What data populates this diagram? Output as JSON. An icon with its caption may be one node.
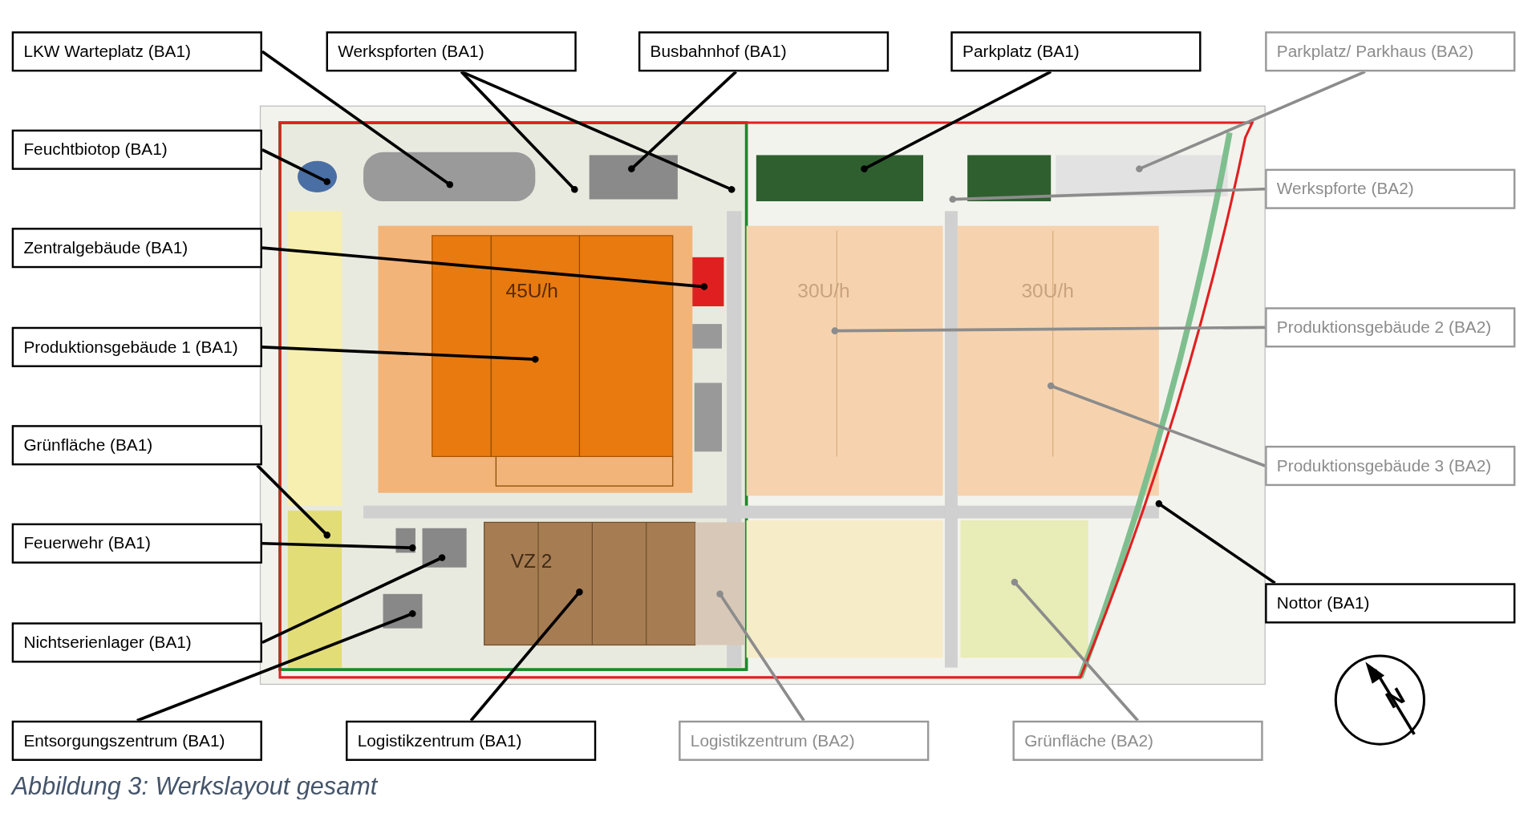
{
  "diagram": {
    "caption": "Abbildung 3: Werkslayout gesamt",
    "nodes": [
      {
        "text": [
          "LKW Warteplatz (BA1)"
        ]
      },
      {
        "text": [
          "Werkspforten (BA1)"
        ]
      },
      {
        "text": [
          "Busbahnhof (BA1)"
        ]
      },
      {
        "text": [
          "Parkplatz (BA1)"
        ]
      },
      {
        "text": [
          "Parkplatz/ Parkhaus (BA2)"
        ]
      },
      {
        "text": [
          "Feuchtbiotop (BA1)"
        ]
      },
      {
        "text": [
          "Werkspforte (BA2)"
        ]
      },
      {
        "text": [
          "Zentralgebäude (BA1)"
        ]
      },
      {
        "text": [
          "Produktionsgebäude 1 (BA1)"
        ]
      },
      {
        "text": [
          "Produktionsgebäude 2 (BA2)"
        ]
      },
      {
        "text": [
          "Grünfläche (BA1)"
        ]
      },
      {
        "text": [
          "Produktionsgebäude 3 (BA2)"
        ]
      },
      {
        "text": [
          "Feuerwehr (BA1)"
        ]
      },
      {
        "text": [
          "Nottor (BA1)"
        ]
      },
      {
        "text": [
          "Nichtserienlager (BA1)"
        ]
      },
      {
        "text": [
          "Entsorgungszentrum (BA1)"
        ]
      },
      {
        "text": [
          "Logistikzentrum (BA1)"
        ]
      },
      {
        "text": [
          "Logistikzentrum (BA2)"
        ]
      },
      {
        "text": [
          "Grünfläche (BA2)"
        ]
      }
    ],
    "edges": [
      {
        "from": 0,
        "to": null,
        "arrow": "other"
      },
      {
        "from": 1,
        "to": null,
        "arrow": "other"
      },
      {
        "from": 1,
        "to": null,
        "arrow": "other"
      },
      {
        "from": 2,
        "to": null,
        "arrow": "other"
      },
      {
        "from": 3,
        "to": null,
        "arrow": "other"
      },
      {
        "from": 4,
        "to": null,
        "arrow": "other",
        "color": "#8c8c8c"
      },
      {
        "from": 5,
        "to": null,
        "arrow": "other"
      },
      {
        "from": 6,
        "to": null,
        "arrow": "other",
        "color": "#8c8c8c"
      },
      {
        "from": 7,
        "to": null,
        "arrow": "other"
      },
      {
        "from": 8,
        "to": null,
        "arrow": "other"
      },
      {
        "from": 9,
        "to": null,
        "arrow": "other",
        "color": "#8c8c8c"
      },
      {
        "from": 10,
        "to": null,
        "arrow": "other"
      },
      {
        "from": 11,
        "to": null,
        "arrow": "other",
        "color": "#8c8c8c"
      },
      {
        "from": 12,
        "to": null,
        "arrow": "other"
      },
      {
        "from": 13,
        "to": null,
        "arrow": "other"
      },
      {
        "from": 14,
        "to": null,
        "arrow": "other"
      },
      {
        "from": 15,
        "to": null,
        "arrow": "other"
      },
      {
        "from": 16,
        "to": null,
        "arrow": "other"
      },
      {
        "from": 17,
        "to": null,
        "arrow": "other",
        "color": "#8c8c8c"
      },
      {
        "from": 18,
        "to": null,
        "arrow": "other",
        "color": "#8c8c8c"
      }
    ],
    "labels": [
      "45U/h",
      "30U/h",
      "30U/h",
      "VZ 2",
      "N"
    ]
  }
}
